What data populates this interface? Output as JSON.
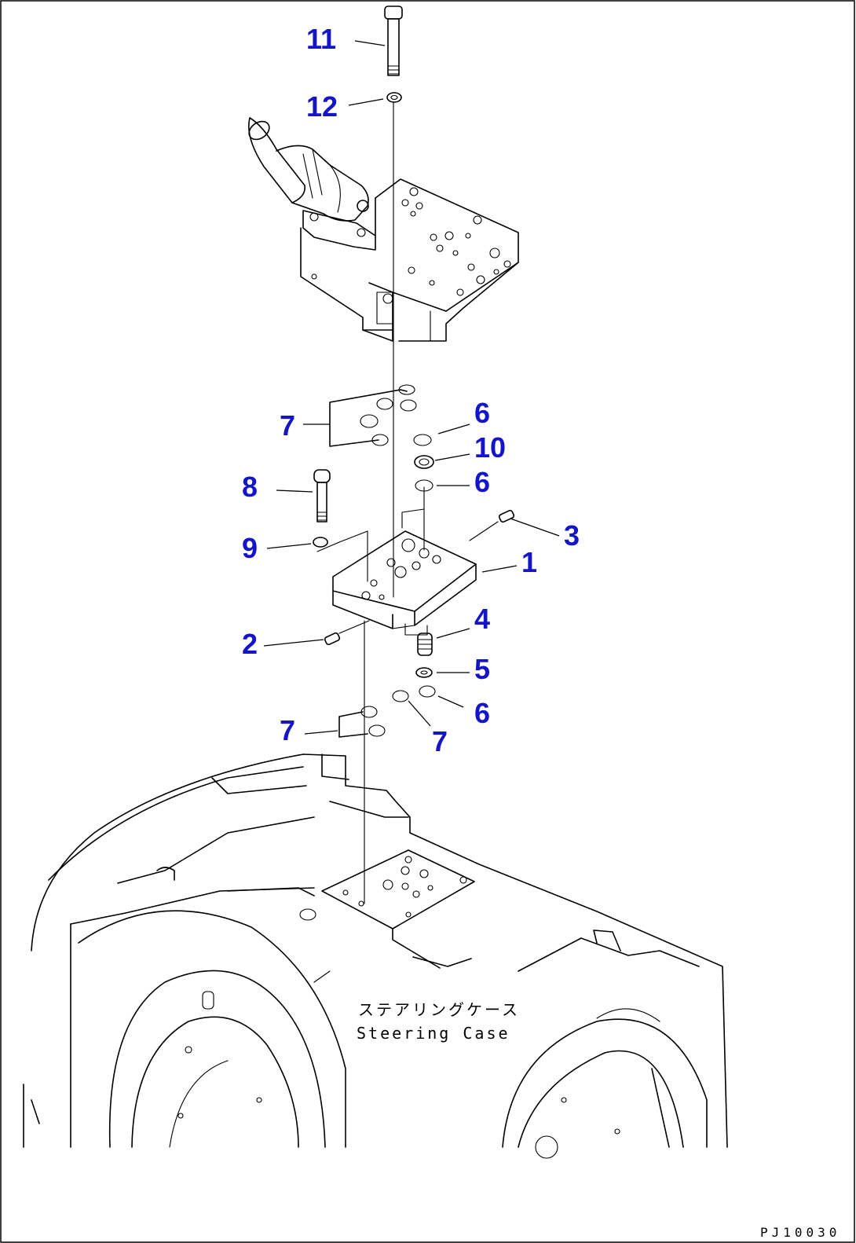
{
  "diagram": {
    "callouts": {
      "c1": "1",
      "c2": "2",
      "c3": "3",
      "c4": "4",
      "c5": "5",
      "c6a": "6",
      "c6b": "6",
      "c6c": "6",
      "c7a": "7",
      "c7b": "7",
      "c7c": "7",
      "c8": "8",
      "c9": "9",
      "c10": "10",
      "c11": "11",
      "c12": "12"
    },
    "case_label_jp": "ステアリングケース",
    "case_label_en": "Steering Case",
    "drawing_code": "PJ10030",
    "callout_color": "#1414c8"
  }
}
